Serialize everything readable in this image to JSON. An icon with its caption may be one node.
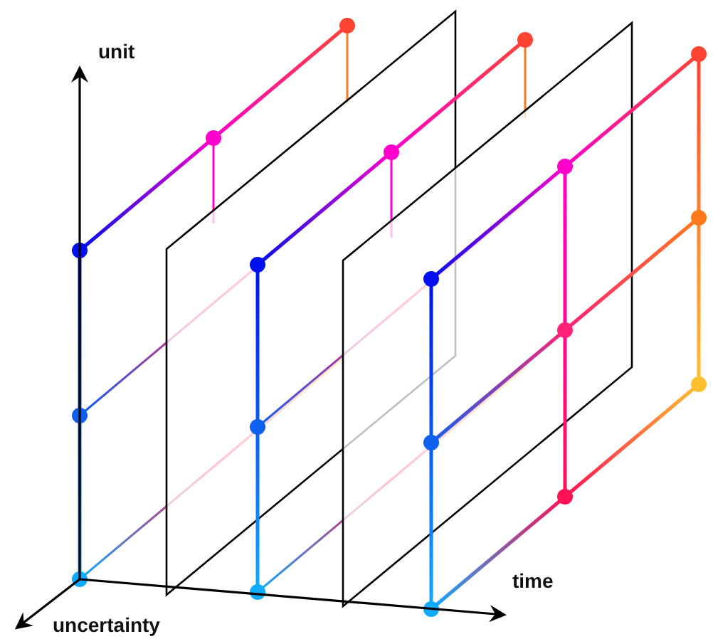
{
  "diagram": {
    "labels": [
      "unit",
      "time",
      "uncertainty"
    ]
  }
}
